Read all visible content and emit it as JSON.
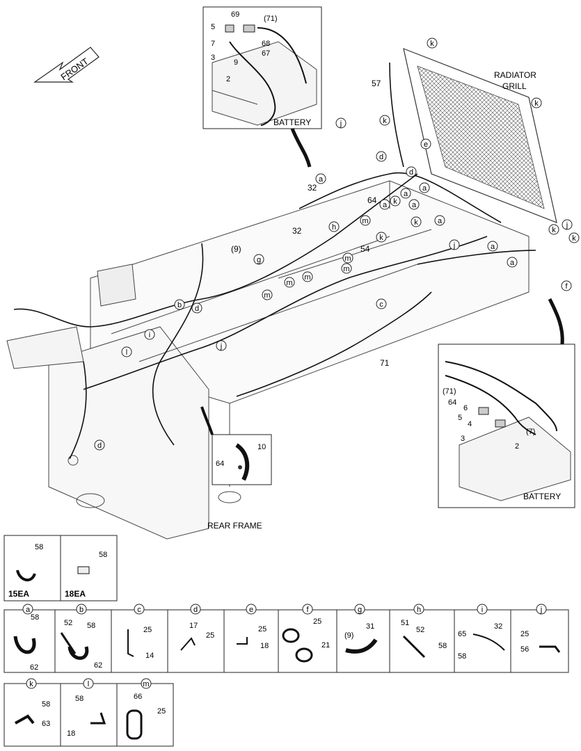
{
  "labels": {
    "front": "FRONT",
    "radiator_grill_1": "RADIATOR",
    "radiator_grill_2": "GRILL",
    "rear_frame": "REAR FRAME",
    "battery_top": "BATTERY",
    "battery_right": "BATTERY"
  },
  "battery_inset_top": {
    "parts": [
      "5",
      "7",
      "3",
      "2",
      "9",
      "69",
      "(71)",
      "68",
      "67"
    ]
  },
  "battery_inset_right": {
    "parts": [
      "(71)",
      "64",
      "6",
      "5",
      "4",
      "3",
      "2",
      "(7)"
    ]
  },
  "clamp_inset": {
    "parts": [
      "10",
      "64"
    ]
  },
  "main_part_numbers": [
    "57",
    "32",
    "32",
    "64",
    "54",
    "(9)",
    "71"
  ],
  "circle_letters": {
    "a": "a",
    "b": "b",
    "c": "c",
    "d": "d",
    "e": "e",
    "f": "f",
    "g": "g",
    "h": "h",
    "i": "i",
    "j": "j",
    "k": "k",
    "l": "l",
    "m": "m"
  },
  "qty_boxes": [
    {
      "part": "58",
      "qty": "15EA"
    },
    {
      "part": "58",
      "qty": "18EA"
    }
  ],
  "detail_row1": [
    {
      "letter": "a",
      "parts": [
        "58",
        "62"
      ]
    },
    {
      "letter": "b",
      "parts": [
        "52",
        "58",
        "62"
      ]
    },
    {
      "letter": "c",
      "parts": [
        "25",
        "14"
      ]
    },
    {
      "letter": "d",
      "parts": [
        "17",
        "25"
      ]
    },
    {
      "letter": "e",
      "parts": [
        "25",
        "18"
      ]
    },
    {
      "letter": "f",
      "parts": [
        "25",
        "21"
      ]
    },
    {
      "letter": "g",
      "parts": [
        "(9)",
        "31"
      ]
    },
    {
      "letter": "h",
      "parts": [
        "51",
        "52",
        "58"
      ]
    },
    {
      "letter": "i",
      "parts": [
        "65",
        "32",
        "58"
      ]
    },
    {
      "letter": "j",
      "parts": [
        "25",
        "56"
      ]
    }
  ],
  "detail_row2": [
    {
      "letter": "k",
      "parts": [
        "58",
        "63"
      ]
    },
    {
      "letter": "l",
      "parts": [
        "58",
        "18"
      ]
    },
    {
      "letter": "m",
      "parts": [
        "66",
        "25"
      ]
    }
  ]
}
